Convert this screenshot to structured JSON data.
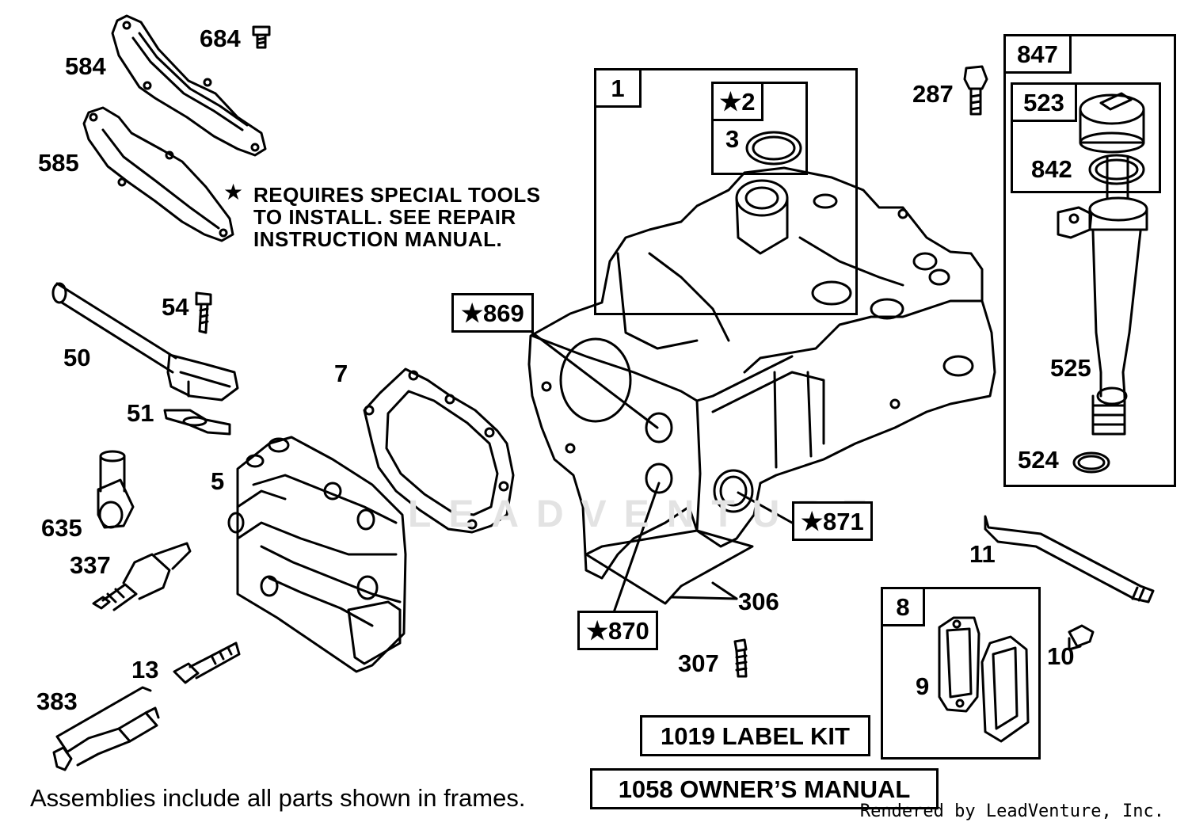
{
  "note": {
    "star": "★",
    "lines": [
      "REQUIRES SPECIAL TOOLS",
      "TO INSTALL.  SEE REPAIR",
      "INSTRUCTION MANUAL."
    ]
  },
  "parts": {
    "p684": "684",
    "p584": "584",
    "p585": "585",
    "p54": "54",
    "p50": "50",
    "p51": "51",
    "p7": "7",
    "p635": "635",
    "p5": "5",
    "p337": "337",
    "p13": "13",
    "p383": "383",
    "p287": "287",
    "p3": "3",
    "p842": "842",
    "p525": "525",
    "p524": "524",
    "p11": "11",
    "p306": "306",
    "p307": "307",
    "p9": "9",
    "p10": "10"
  },
  "tags": {
    "t1": "1",
    "t2": "★2",
    "t847": "847",
    "t523": "523",
    "t869": "★869",
    "t871": "★871",
    "t870": "★870",
    "t8": "8"
  },
  "boxes": {
    "label_kit": "1019 LABEL KIT",
    "owners_manual": "1058 OWNER’S MANUAL"
  },
  "footer": {
    "assemblies": "Assemblies include all parts shown in frames.",
    "rendered_by": "Rendered by LeadVenture, Inc."
  },
  "watermark": "LEADVENTURE"
}
